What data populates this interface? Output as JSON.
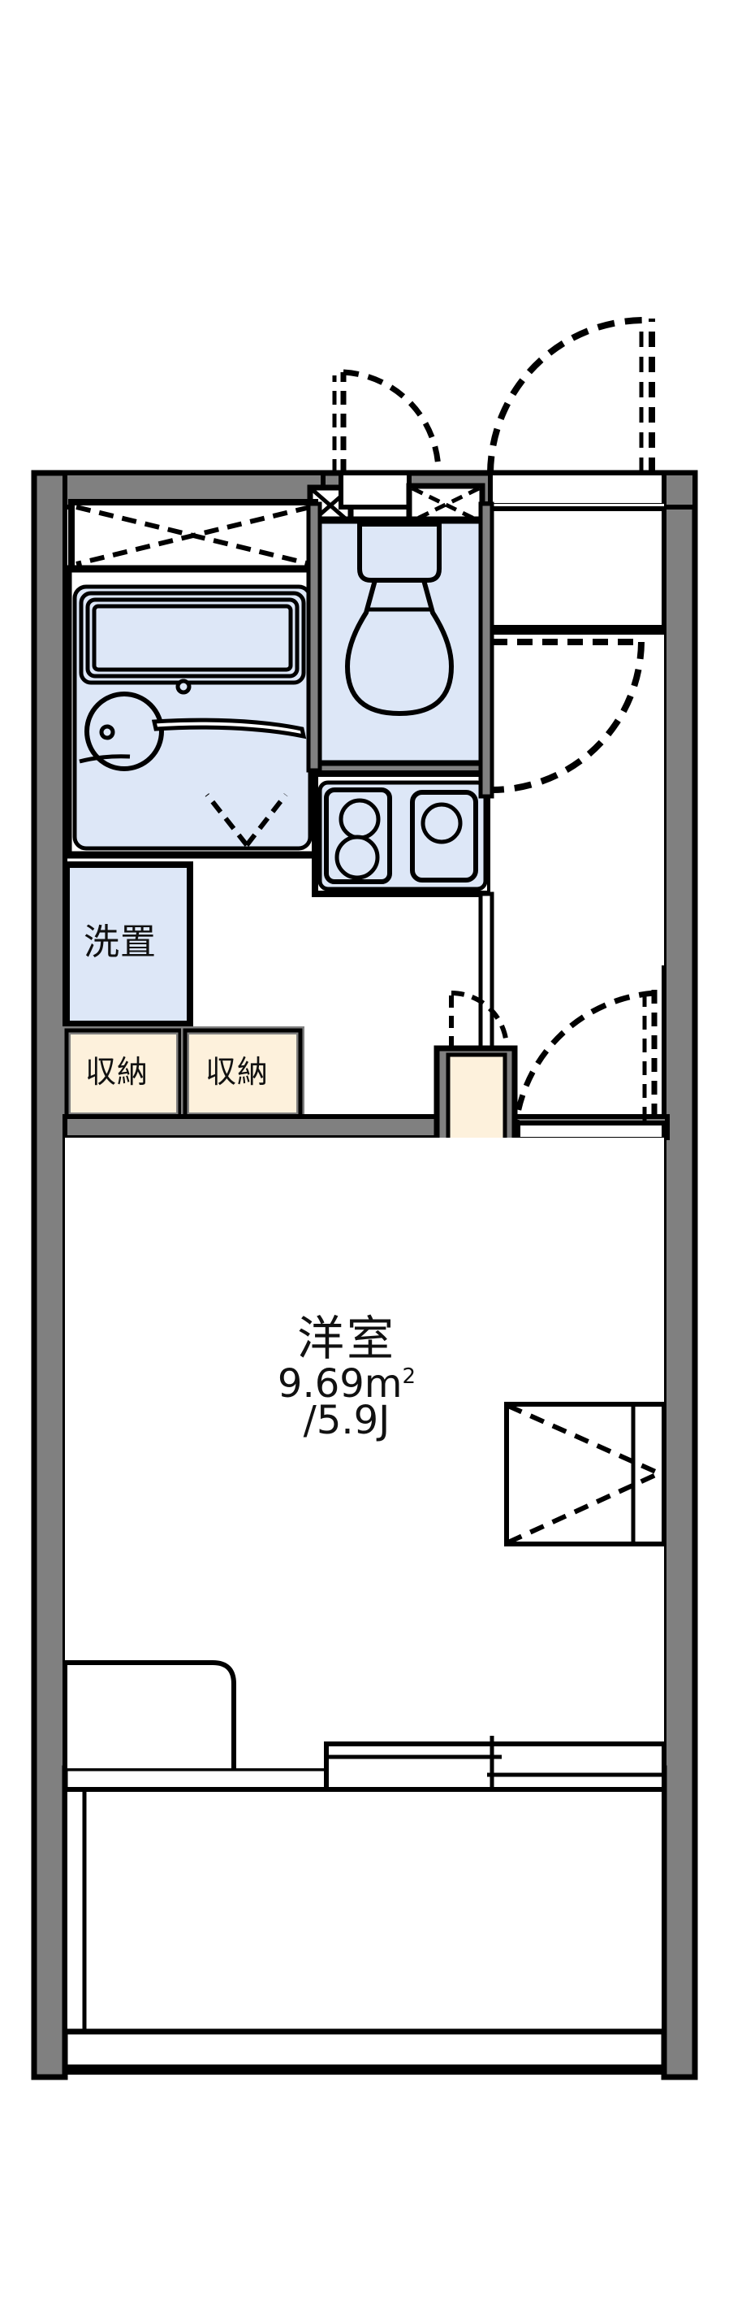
{
  "floorplan": {
    "type": "japanese-apartment-floor-plan",
    "layout_code": "1K",
    "orientation": "balcony-south",
    "colors": {
      "wall_fill": "#808080",
      "wall_outline": "#000000",
      "water_fixture_fill": "#dde7f7",
      "storage_fill": "#fdf1dc",
      "room_fill": "#ffffff",
      "background": "#ffffff",
      "line": "#000000"
    },
    "rooms": [
      {
        "id": "main-room",
        "label": "洋室",
        "area_sqm": "9.69m",
        "area_sqm_unit_sup": "2",
        "area_jo": "/5.9J",
        "fill": "#ffffff"
      },
      {
        "id": "washer-space",
        "label": "洗置",
        "fill": "#dde7f7"
      },
      {
        "id": "storage-left",
        "label": "収納",
        "fill": "#fdf1dc"
      },
      {
        "id": "storage-right",
        "label": "収納",
        "fill": "#fdf1dc"
      },
      {
        "id": "unit-bath",
        "label": "",
        "fill": "#dde7f7",
        "fixtures": [
          "bathtub",
          "wash-basin"
        ]
      },
      {
        "id": "toilet-room",
        "label": "",
        "fill": "#dde7f7",
        "fixtures": [
          "toilet"
        ]
      },
      {
        "id": "kitchen",
        "label": "",
        "fill": "#dde7f7",
        "fixtures": [
          "two-burner-stove",
          "sink"
        ]
      },
      {
        "id": "entrance-hall",
        "label": "",
        "fill": "#ffffff"
      },
      {
        "id": "entrance-cabinet",
        "label": "",
        "fill": "#fdf1dc"
      },
      {
        "id": "balcony",
        "label": "",
        "fill": "#ffffff"
      }
    ],
    "openings": [
      {
        "id": "entrance-door",
        "kind": "swing-door",
        "location": "top-right"
      },
      {
        "id": "toilet-door",
        "kind": "swing-door",
        "location": "top-center"
      },
      {
        "id": "hall-door",
        "kind": "swing-door",
        "location": "right-upper"
      },
      {
        "id": "room-door",
        "kind": "swing-door",
        "location": "right-mid"
      },
      {
        "id": "cabinet-door",
        "kind": "swing-door",
        "location": "entrance-cabinet"
      },
      {
        "id": "balcony-sliding-door",
        "kind": "sliding-door",
        "location": "bottom"
      },
      {
        "id": "bath-window",
        "kind": "window",
        "location": "top-left"
      },
      {
        "id": "room-window",
        "kind": "window",
        "location": "right-lower"
      },
      {
        "id": "vent-left",
        "kind": "vent",
        "location": "top-left-small"
      },
      {
        "id": "vent-right",
        "kind": "vent",
        "location": "top-center-small"
      }
    ]
  }
}
